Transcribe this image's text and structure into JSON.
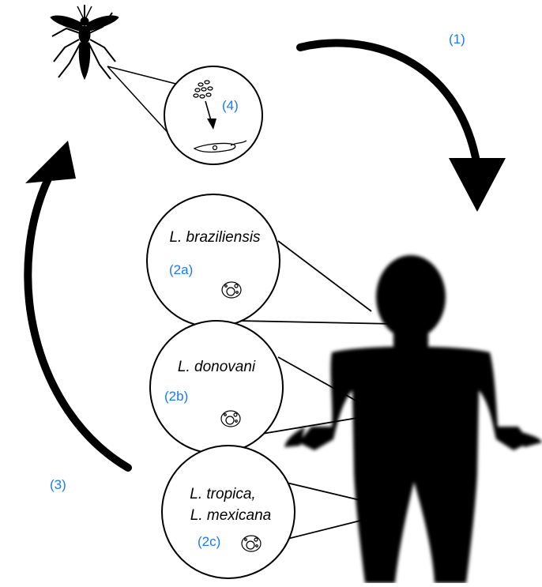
{
  "steps": {
    "s1": "(1)",
    "s2a": "(2a)",
    "s2b": "(2b)",
    "s2c": "(2c)",
    "s3": "(3)",
    "s4": "(4)"
  },
  "species": {
    "braziliensis": "L. braziliensis",
    "donovani": "L. donovani",
    "tropica_line1": "L. tropica,",
    "tropica_line2": "L. mexicana"
  },
  "colors": {
    "step_label": "#1a7bef",
    "outline": "#000000",
    "silhouette": "#000000",
    "background": "#ffffff"
  }
}
